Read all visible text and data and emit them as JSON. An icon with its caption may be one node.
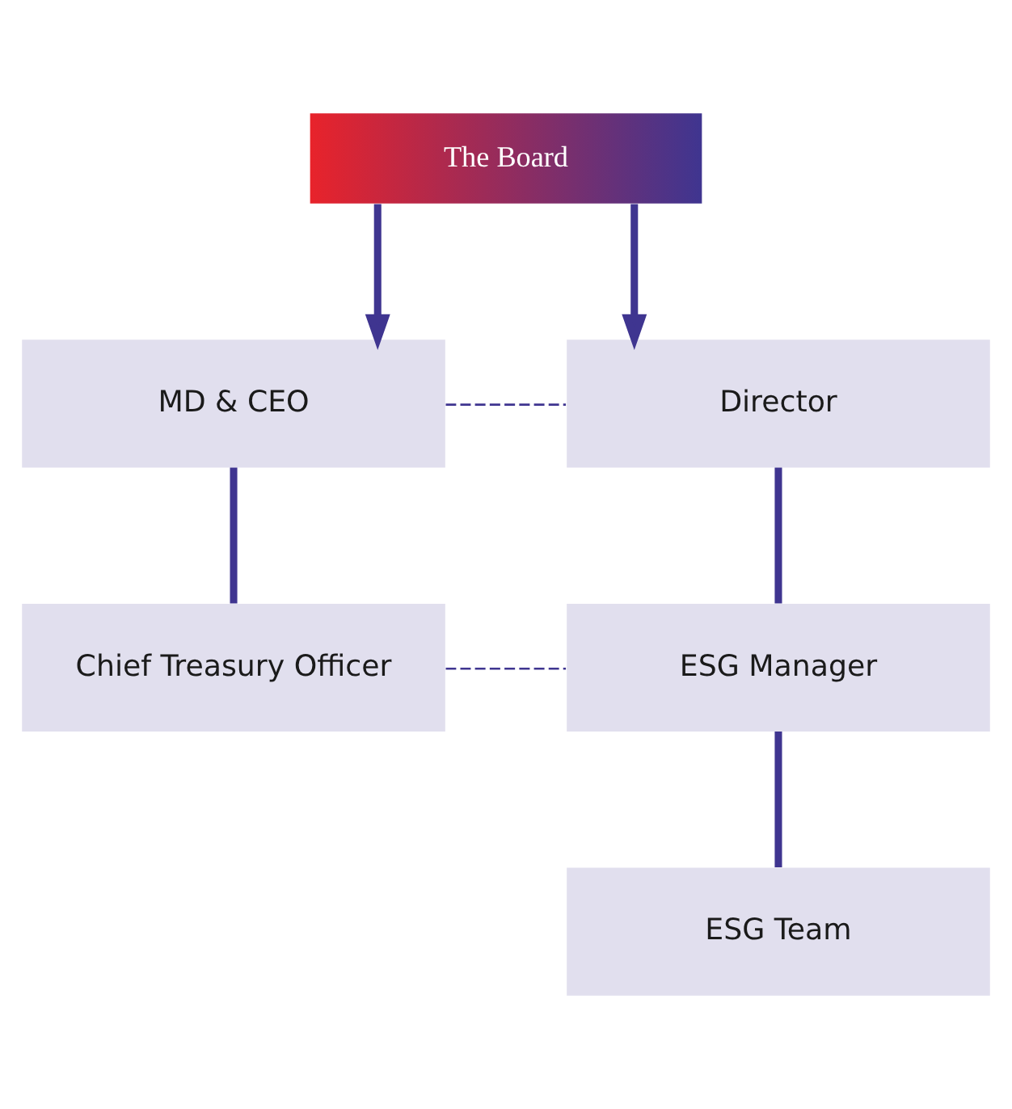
{
  "diagram": {
    "nodes": [
      {
        "text": [
          "The Board"
        ]
      },
      {
        "text": [
          "MD & CEO"
        ]
      },
      {
        "text": [
          "Director"
        ]
      },
      {
        "text": [
          "Chief Treasury Officer"
        ]
      },
      {
        "text": [
          "ESG Manager"
        ]
      },
      {
        "text": [
          "ESG Team"
        ]
      }
    ],
    "edges": [
      {
        "from": 0,
        "to": 1,
        "arrow": "to"
      },
      {
        "from": 0,
        "to": 2,
        "arrow": "to"
      },
      {
        "from": 1,
        "to": 2,
        "arrow": "none",
        "style": "dashed"
      },
      {
        "from": 1,
        "to": 3,
        "arrow": "none"
      },
      {
        "from": 2,
        "to": 4,
        "arrow": "none"
      },
      {
        "from": 3,
        "to": 4,
        "arrow": "none",
        "style": "dashed"
      },
      {
        "from": 4,
        "to": 5,
        "arrow": "none"
      }
    ]
  }
}
